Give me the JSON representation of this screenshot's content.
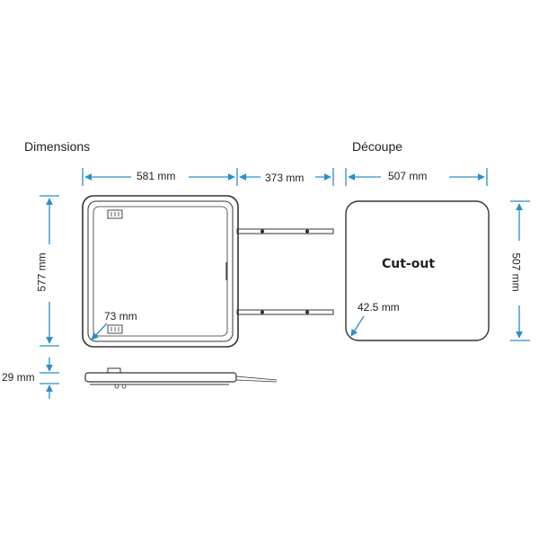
{
  "dimensions": {
    "title": "Dimensions",
    "width_label": "581 mm",
    "handle_label": "373 mm",
    "height_label": "577 mm",
    "corner_label": "73 mm",
    "thickness_label": "29 mm"
  },
  "cutout": {
    "title": "Découpe",
    "width_label": "507 mm",
    "height_label": "507 mm",
    "center_label": "Cut-out",
    "radius_label": "42.5 mm"
  },
  "colors": {
    "dimension_line": "#2a8fc7",
    "outline": "#333333"
  }
}
